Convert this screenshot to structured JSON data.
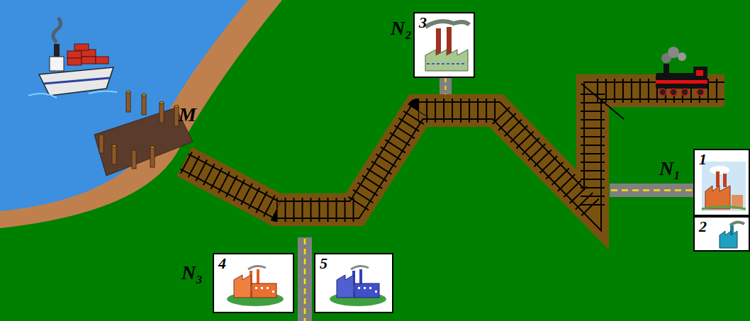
{
  "diagram": {
    "nodes": [
      {
        "text": [
          "3"
        ]
      },
      {
        "text": [
          "1"
        ]
      },
      {
        "text": [
          "2"
        ]
      },
      {
        "text": [
          "4"
        ]
      },
      {
        "text": [
          "5"
        ]
      }
    ],
    "labels": [
      "M",
      "N₂",
      "N₁",
      "N₃"
    ]
  }
}
